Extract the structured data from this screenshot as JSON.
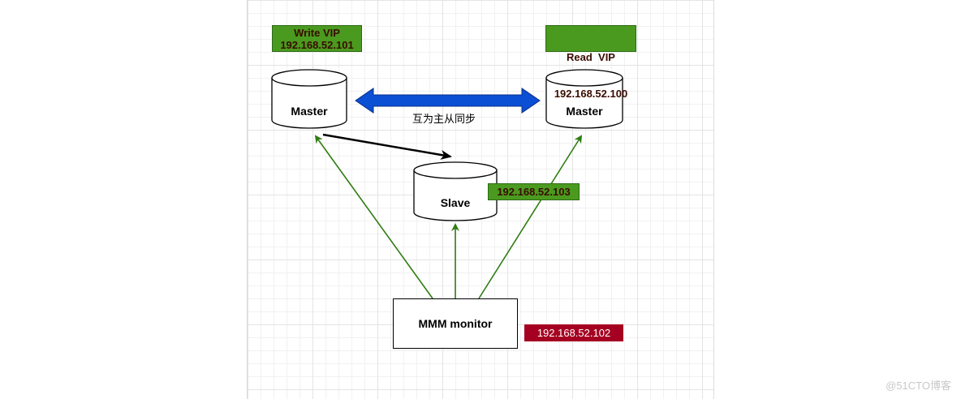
{
  "diagram": {
    "write_vip": {
      "title": "Write VIP",
      "ip": "192.168.52.101"
    },
    "read_vip": {
      "title": "Read  VIP",
      "ip": "192.168.52.100"
    },
    "master_left": "Master",
    "master_right": "Master",
    "slave": "Slave",
    "slave_ip": "192.168.52.103",
    "sync_label": "互为主从同步",
    "monitor": "MMM monitor",
    "monitor_ip": "192.168.52.102",
    "colors": {
      "green_tag": "#4a9a1f",
      "red_tag": "#a50021",
      "blue_arrow": "#0a4fd4",
      "green_arrow": "#2e7d12"
    }
  },
  "watermark": "@51CTO博客"
}
